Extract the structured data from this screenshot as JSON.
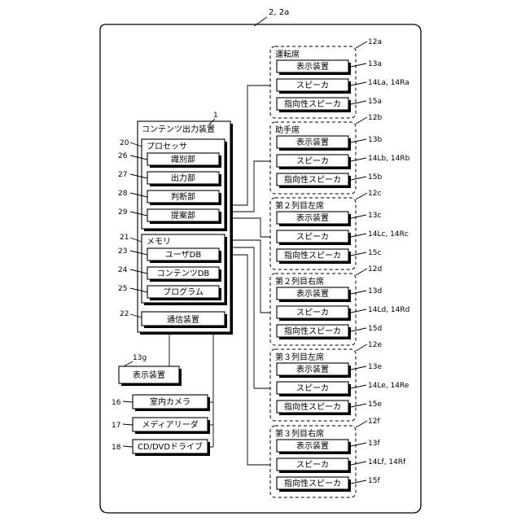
{
  "figure_label": "2, 2a",
  "content_output_device": {
    "ref": "1",
    "label": "コンテンツ出力装置",
    "processor": {
      "ref": "20",
      "label": "プロセッサ",
      "units": [
        {
          "ref": "26",
          "label": "識別部"
        },
        {
          "ref": "27",
          "label": "出力部"
        },
        {
          "ref": "28",
          "label": "判断部"
        },
        {
          "ref": "29",
          "label": "提案部"
        }
      ]
    },
    "memory": {
      "ref": "21",
      "label": "メモリ",
      "units": [
        {
          "ref": "23",
          "label": "ユーザDB"
        },
        {
          "ref": "24",
          "label": "コンテンツDB"
        },
        {
          "ref": "25",
          "label": "プログラム"
        }
      ]
    },
    "comm": {
      "ref": "22",
      "label": "通信装置"
    }
  },
  "peripherals": [
    {
      "ref": "13g",
      "label": "表示装置"
    },
    {
      "ref": "16",
      "label": "室内カメラ"
    },
    {
      "ref": "17",
      "label": "メディアリーダ"
    },
    {
      "ref": "18",
      "label": "CD/DVDドライブ"
    }
  ],
  "seats": [
    {
      "ref": "12a",
      "name": "運転席",
      "devices": [
        {
          "label": "表示装置",
          "ref": "13a"
        },
        {
          "label": "スピーカ",
          "ref": "14La, 14Ra"
        },
        {
          "label": "指向性スピーカ",
          "ref": "15a"
        }
      ]
    },
    {
      "ref": "12b",
      "name": "助手席",
      "devices": [
        {
          "label": "表示装置",
          "ref": "13b"
        },
        {
          "label": "スピーカ",
          "ref": "14Lb, 14Rb"
        },
        {
          "label": "指向性スピーカ",
          "ref": "15b"
        }
      ]
    },
    {
      "ref": "12c",
      "name": "第２列目左席",
      "devices": [
        {
          "label": "表示装置",
          "ref": "13c"
        },
        {
          "label": "スピーカ",
          "ref": "14Lc, 14Rc"
        },
        {
          "label": "指向性スピーカ",
          "ref": "15c"
        }
      ]
    },
    {
      "ref": "12d",
      "name": "第２列目右席",
      "devices": [
        {
          "label": "表示装置",
          "ref": "13d"
        },
        {
          "label": "スピーカ",
          "ref": "14Ld, 14Rd"
        },
        {
          "label": "指向性スピーカ",
          "ref": "15d"
        }
      ]
    },
    {
      "ref": "12e",
      "name": "第３列目左席",
      "devices": [
        {
          "label": "表示装置",
          "ref": "13e"
        },
        {
          "label": "スピーカ",
          "ref": "14Le, 14Re"
        },
        {
          "label": "指向性スピーカ",
          "ref": "15e"
        }
      ]
    },
    {
      "ref": "12f",
      "name": "第３列目右席",
      "devices": [
        {
          "label": "表示装置",
          "ref": "13f"
        },
        {
          "label": "スピーカ",
          "ref": "14Lf, 14Rf"
        },
        {
          "label": "指向性スピーカ",
          "ref": "15f"
        }
      ]
    }
  ]
}
